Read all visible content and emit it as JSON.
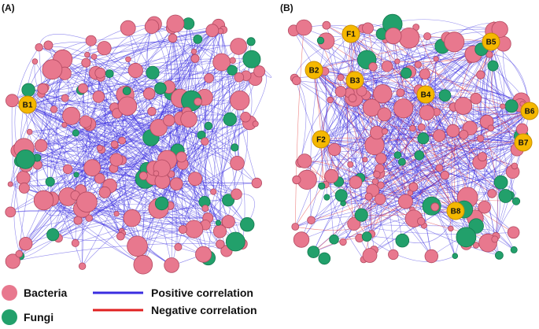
{
  "panels": [
    {
      "label": "(A)",
      "hubs": [
        "B1"
      ]
    },
    {
      "label": "(B)",
      "hubs": [
        "F1",
        "B5",
        "B2",
        "B3",
        "B4",
        "B6",
        "F2",
        "B7",
        "B8"
      ]
    }
  ],
  "legend": {
    "bacteria": "Bacteria",
    "fungi": "Fungi",
    "positive": "Positive correlation",
    "negative": "Negative correlation"
  },
  "colors": {
    "bacteria": "#e8788e",
    "fungi": "#22a06b",
    "hub": "#f5b800",
    "positive": "#3a2de0",
    "negative": "#e02020"
  }
}
